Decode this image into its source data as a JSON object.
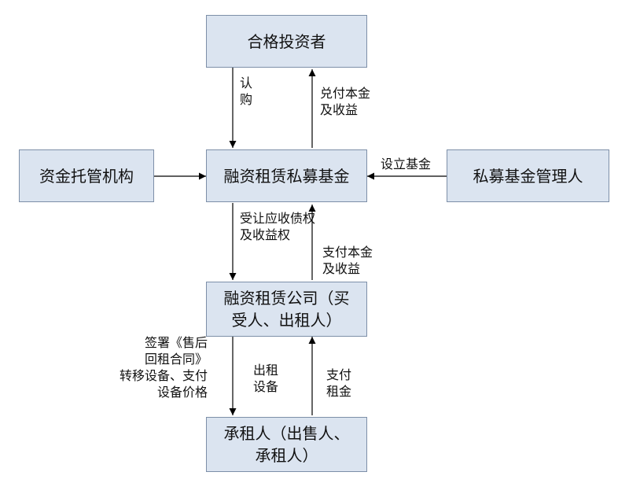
{
  "nodes": {
    "investor": "合格投资者",
    "custodian": "资金托管机构",
    "fund": "融资租赁私募基金",
    "manager": "私募基金管理人",
    "leasing_company": "融资租赁公司（买\n受人、出租人）",
    "lessee": "承租人（出售人、\n承租人）"
  },
  "edges": {
    "subscribe": "认\n购",
    "pay_principal_returns_top": "兑付本金\n及收益",
    "establish_fund": "设立基金",
    "transfer_receivables": "受让应收债权\n及收益权",
    "pay_principal_returns_mid": "支付本金\n及收益",
    "sign_contract": "签署《售后\n回租合同》\n转移设备、支付\n设备价格",
    "lease_equipment": "出租\n设备",
    "pay_rent": "支付\n租金"
  },
  "colors": {
    "box_fill": "#dbe4f0",
    "box_border": "#7d8fa8",
    "line": "#000000"
  }
}
